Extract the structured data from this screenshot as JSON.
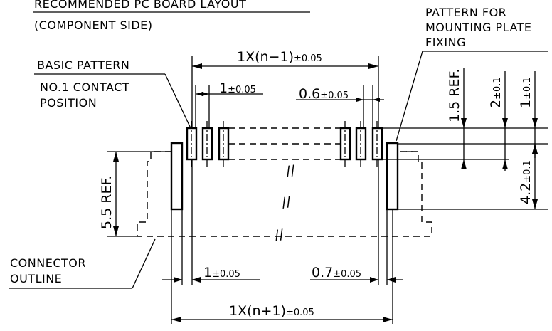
{
  "title_line1": "RECOMMENDED PC BOARD LAYOUT",
  "title_line2": "(COMPONENT SIDE)",
  "basic_pattern": "BASIC  PATTERN",
  "no1_contact_line1": "NO.1  CONTACT",
  "no1_contact_line2": "POSITION",
  "pattern_mount_line1": "PATTERN  FOR",
  "pattern_mount_line2": "MOUNTING  PLATE",
  "pattern_mount_line3": "FIXING",
  "connector_outline_line1": "CONNECTOR",
  "connector_outline_line2": "OUTLINE",
  "dim_top_main": "1X(n−1)",
  "dim_top_tol": "±0.05",
  "dim_pad_width_main": "1",
  "dim_pad_width_tol": "±0.05",
  "dim_pad_gap_main": "0.6",
  "dim_pad_gap_tol": "±0.05",
  "dim_1_5_ref": "1.5 REF.",
  "dim_2_main": "2",
  "dim_2_tol": "±0.1",
  "dim_1_main": "1",
  "dim_1_tol": "±0.1",
  "dim_4_2_main": "4.2",
  "dim_4_2_tol": "±0.1",
  "dim_5_5_ref": "5.5 REF.",
  "dim_bottom_left_main": "1",
  "dim_bottom_left_tol": "±0.05",
  "dim_bottom_right_main": "0.7",
  "dim_bottom_right_tol": "±0.05",
  "dim_bottom_main": "1X(n+1)",
  "dim_bottom_tol": "±0.05",
  "break_mark": "//"
}
